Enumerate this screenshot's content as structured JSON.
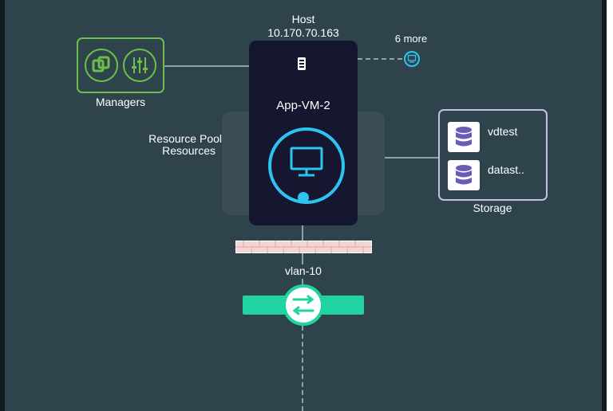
{
  "host": {
    "title": "Host",
    "ip": "10.170.70.163"
  },
  "more": {
    "label": "6 more"
  },
  "managers": {
    "label": "Managers"
  },
  "vm": {
    "name": "App-VM-2"
  },
  "resource_pool": {
    "line1": "Resource Pool",
    "line2": "Resources"
  },
  "storage": {
    "label": "Storage",
    "datastores": [
      {
        "name": "vdtest"
      },
      {
        "name": "datast.."
      }
    ]
  },
  "network": {
    "name": "vlan-10"
  },
  "colors": {
    "background": "#2e434c",
    "host_card": "#151730",
    "manager_accent": "#6cc04a",
    "vm_accent": "#2ec4f0",
    "storage_accent": "#c7bde8",
    "datastore_icon": "#6b5bb8",
    "switch_accent": "#1fd4a0",
    "firewall": "#e8a5a0"
  },
  "icons": {
    "manager_left": "vsphere-logo-icon",
    "manager_right": "sliders-icon",
    "host": "server-icon",
    "vm": "monitor-icon",
    "datastore": "database-icon",
    "more": "monitor-icon",
    "firewall": "firewall-icon",
    "switch": "switch-arrows-icon"
  }
}
